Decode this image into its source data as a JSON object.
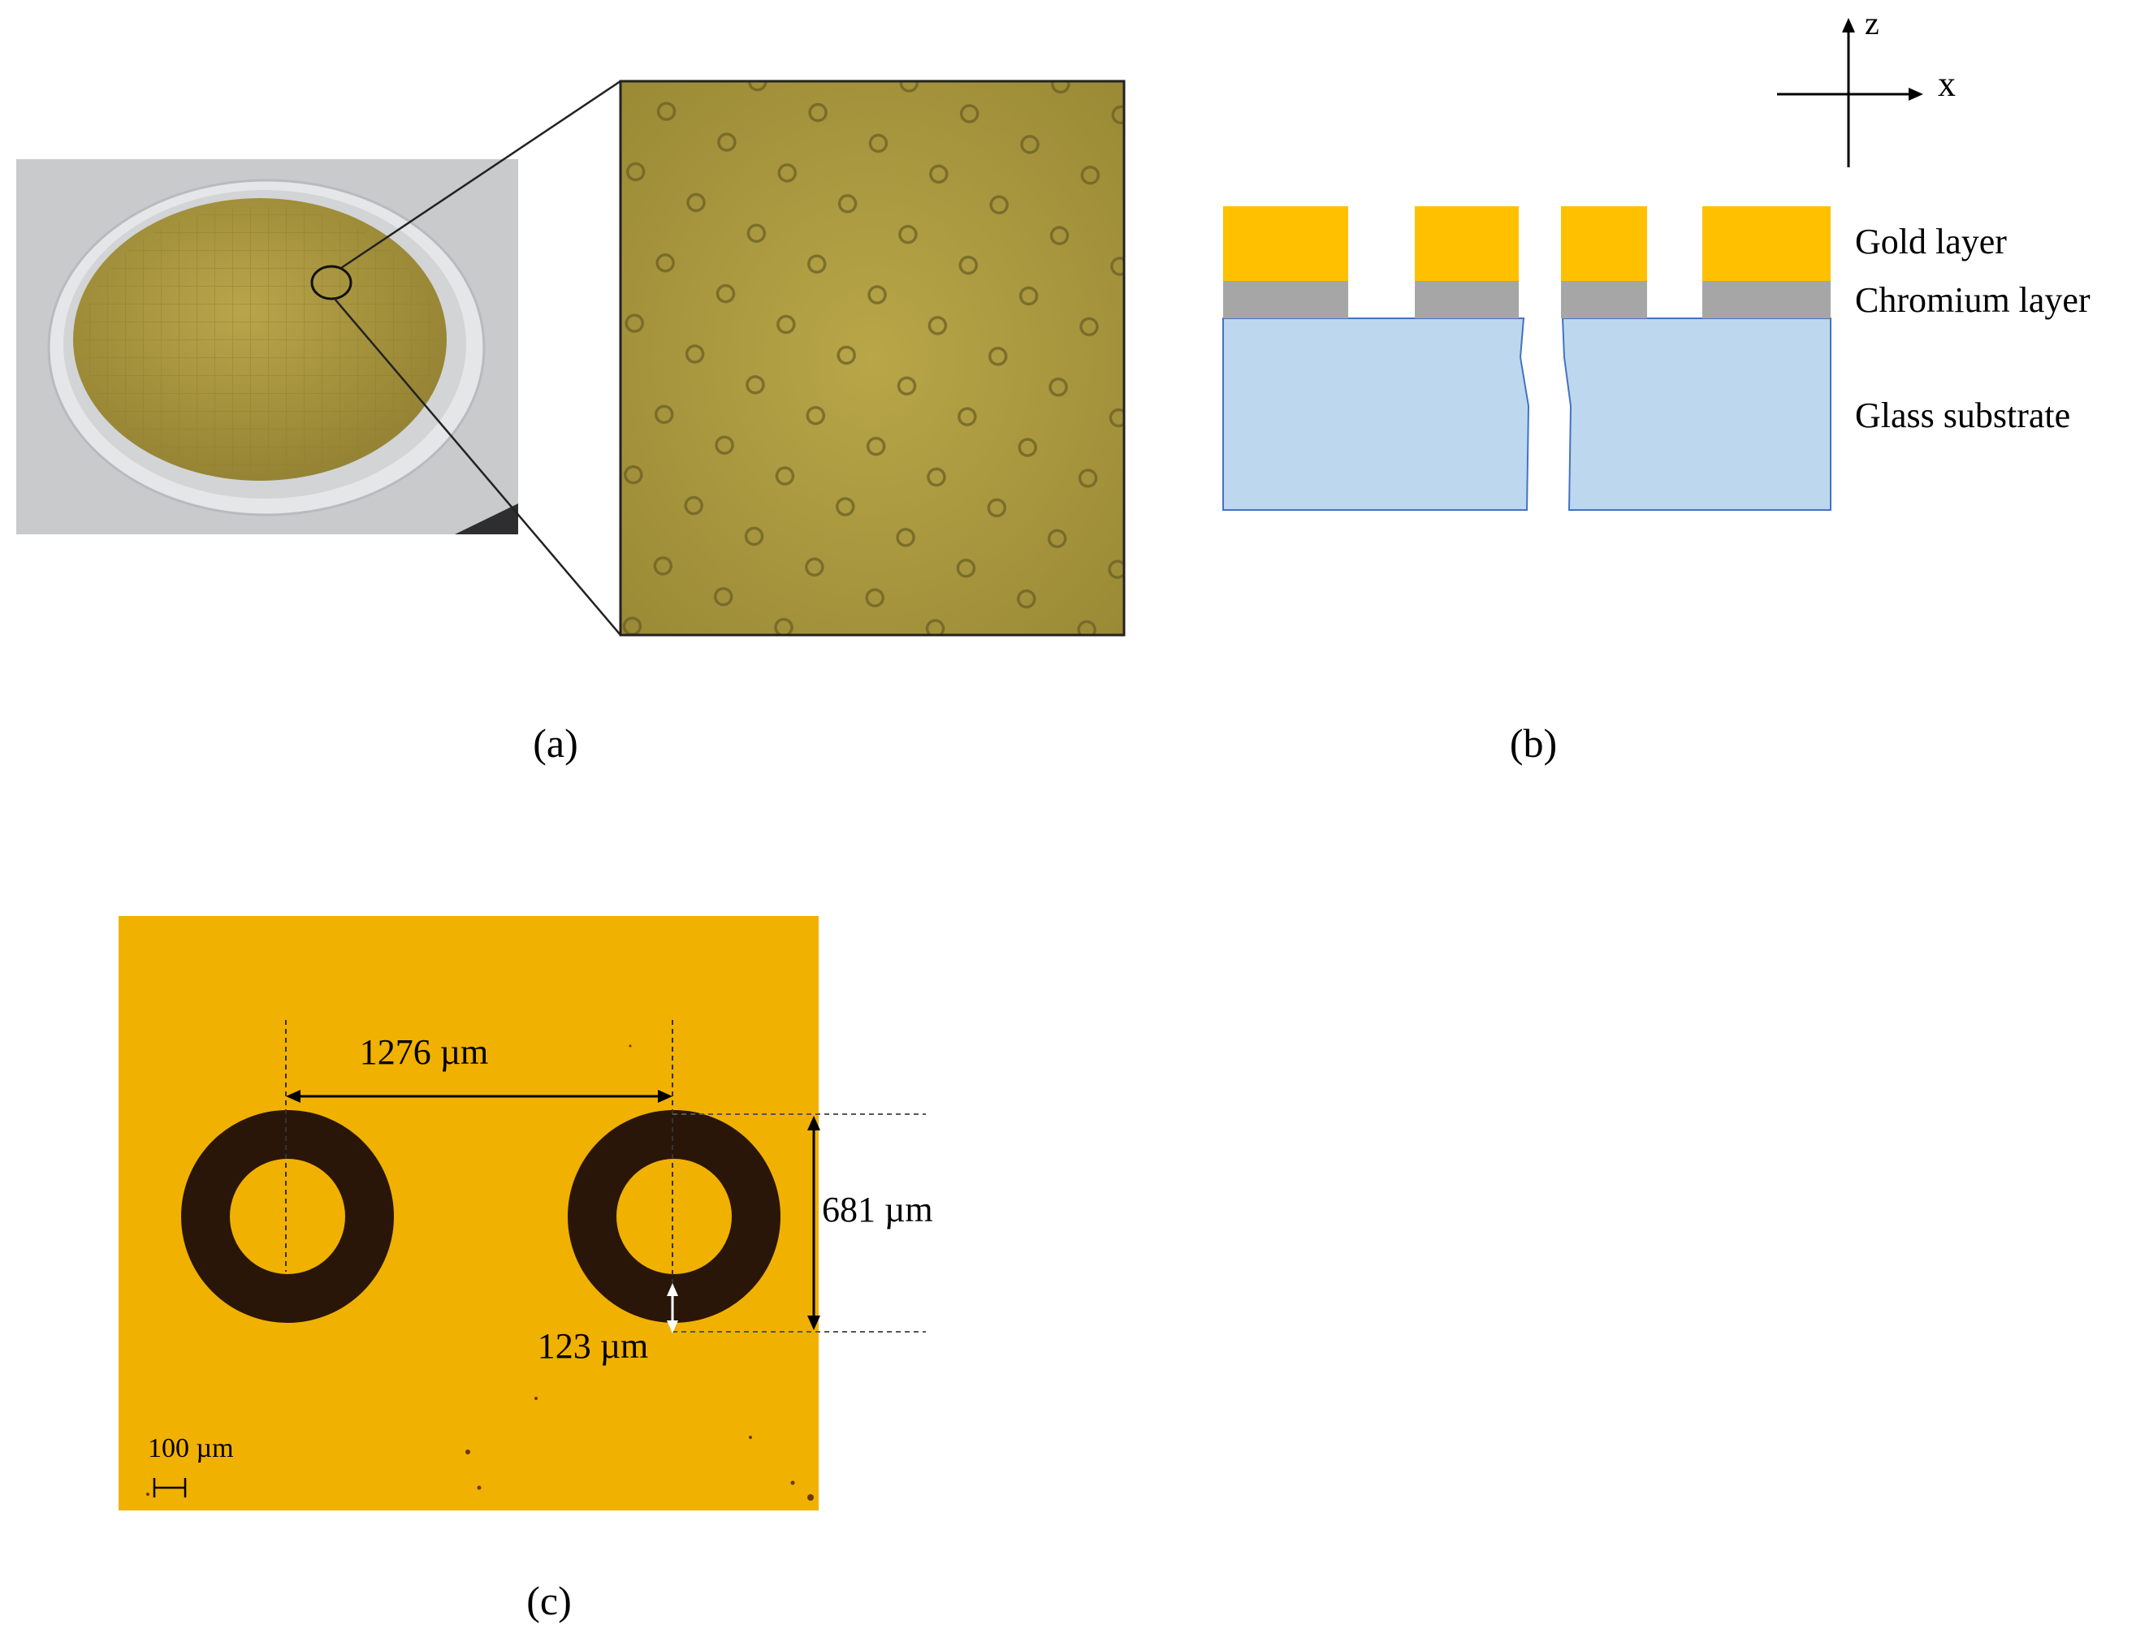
{
  "panel_a": {
    "caption": "(a)",
    "colors": {
      "gold": "#a8963c",
      "gold_dark": "#6f6222",
      "ring": "#7a6b2a",
      "background_gray": "#c9cacc",
      "carrier": "#e6e8ea"
    }
  },
  "panel_b": {
    "caption": "(b)",
    "axes": {
      "z_label": "z",
      "x_label": "x"
    },
    "layers": [
      {
        "label": "Gold layer",
        "color": "#ffc000"
      },
      {
        "label": "Chromium layer",
        "color": "#a6a6a6"
      },
      {
        "label": "Glass substrate",
        "color": "#bdd7ee"
      }
    ],
    "outline_color": "#4472c4"
  },
  "panel_c": {
    "caption": "(c)",
    "dimensions": {
      "pitch": "1276 µm",
      "outer_diameter": "681 µm",
      "ring_width": "123 µm",
      "scale_bar": "100 µm"
    },
    "colors": {
      "background": "#f1b100",
      "ring": "#2a1608"
    }
  }
}
